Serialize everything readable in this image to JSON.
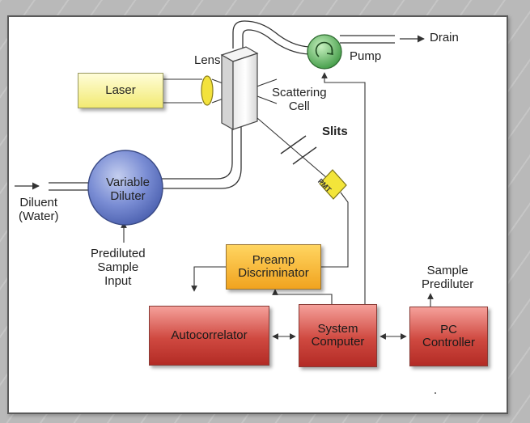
{
  "diagram": {
    "components": {
      "laser": "Laser",
      "lens": "Lens",
      "scattering_cell": "Scattering\nCell",
      "slits": "Slits",
      "pmt": "PMT",
      "pump": "Pump",
      "drain": "Drain",
      "variable_diluter": "Variable\nDiluter",
      "diluent": "Diluent\n(Water)",
      "prediluted_sample_input": "Prediluted\nSample\nInput",
      "preamp_discriminator": "Preamp\nDiscriminator",
      "autocorrelator": "Autocorrelator",
      "system_computer": "System\nComputer",
      "pc_controller": "PC\nController",
      "sample_prediluter": "Sample\nPrediluter"
    },
    "colors": {
      "laser": "#f2ea72",
      "preamp": "#f1a31f",
      "red_boxes": "#cf4940",
      "diluter": "#6a7fc9",
      "pump": "#5cb85c"
    },
    "icons": [
      "pump-rotation-icon"
    ]
  }
}
